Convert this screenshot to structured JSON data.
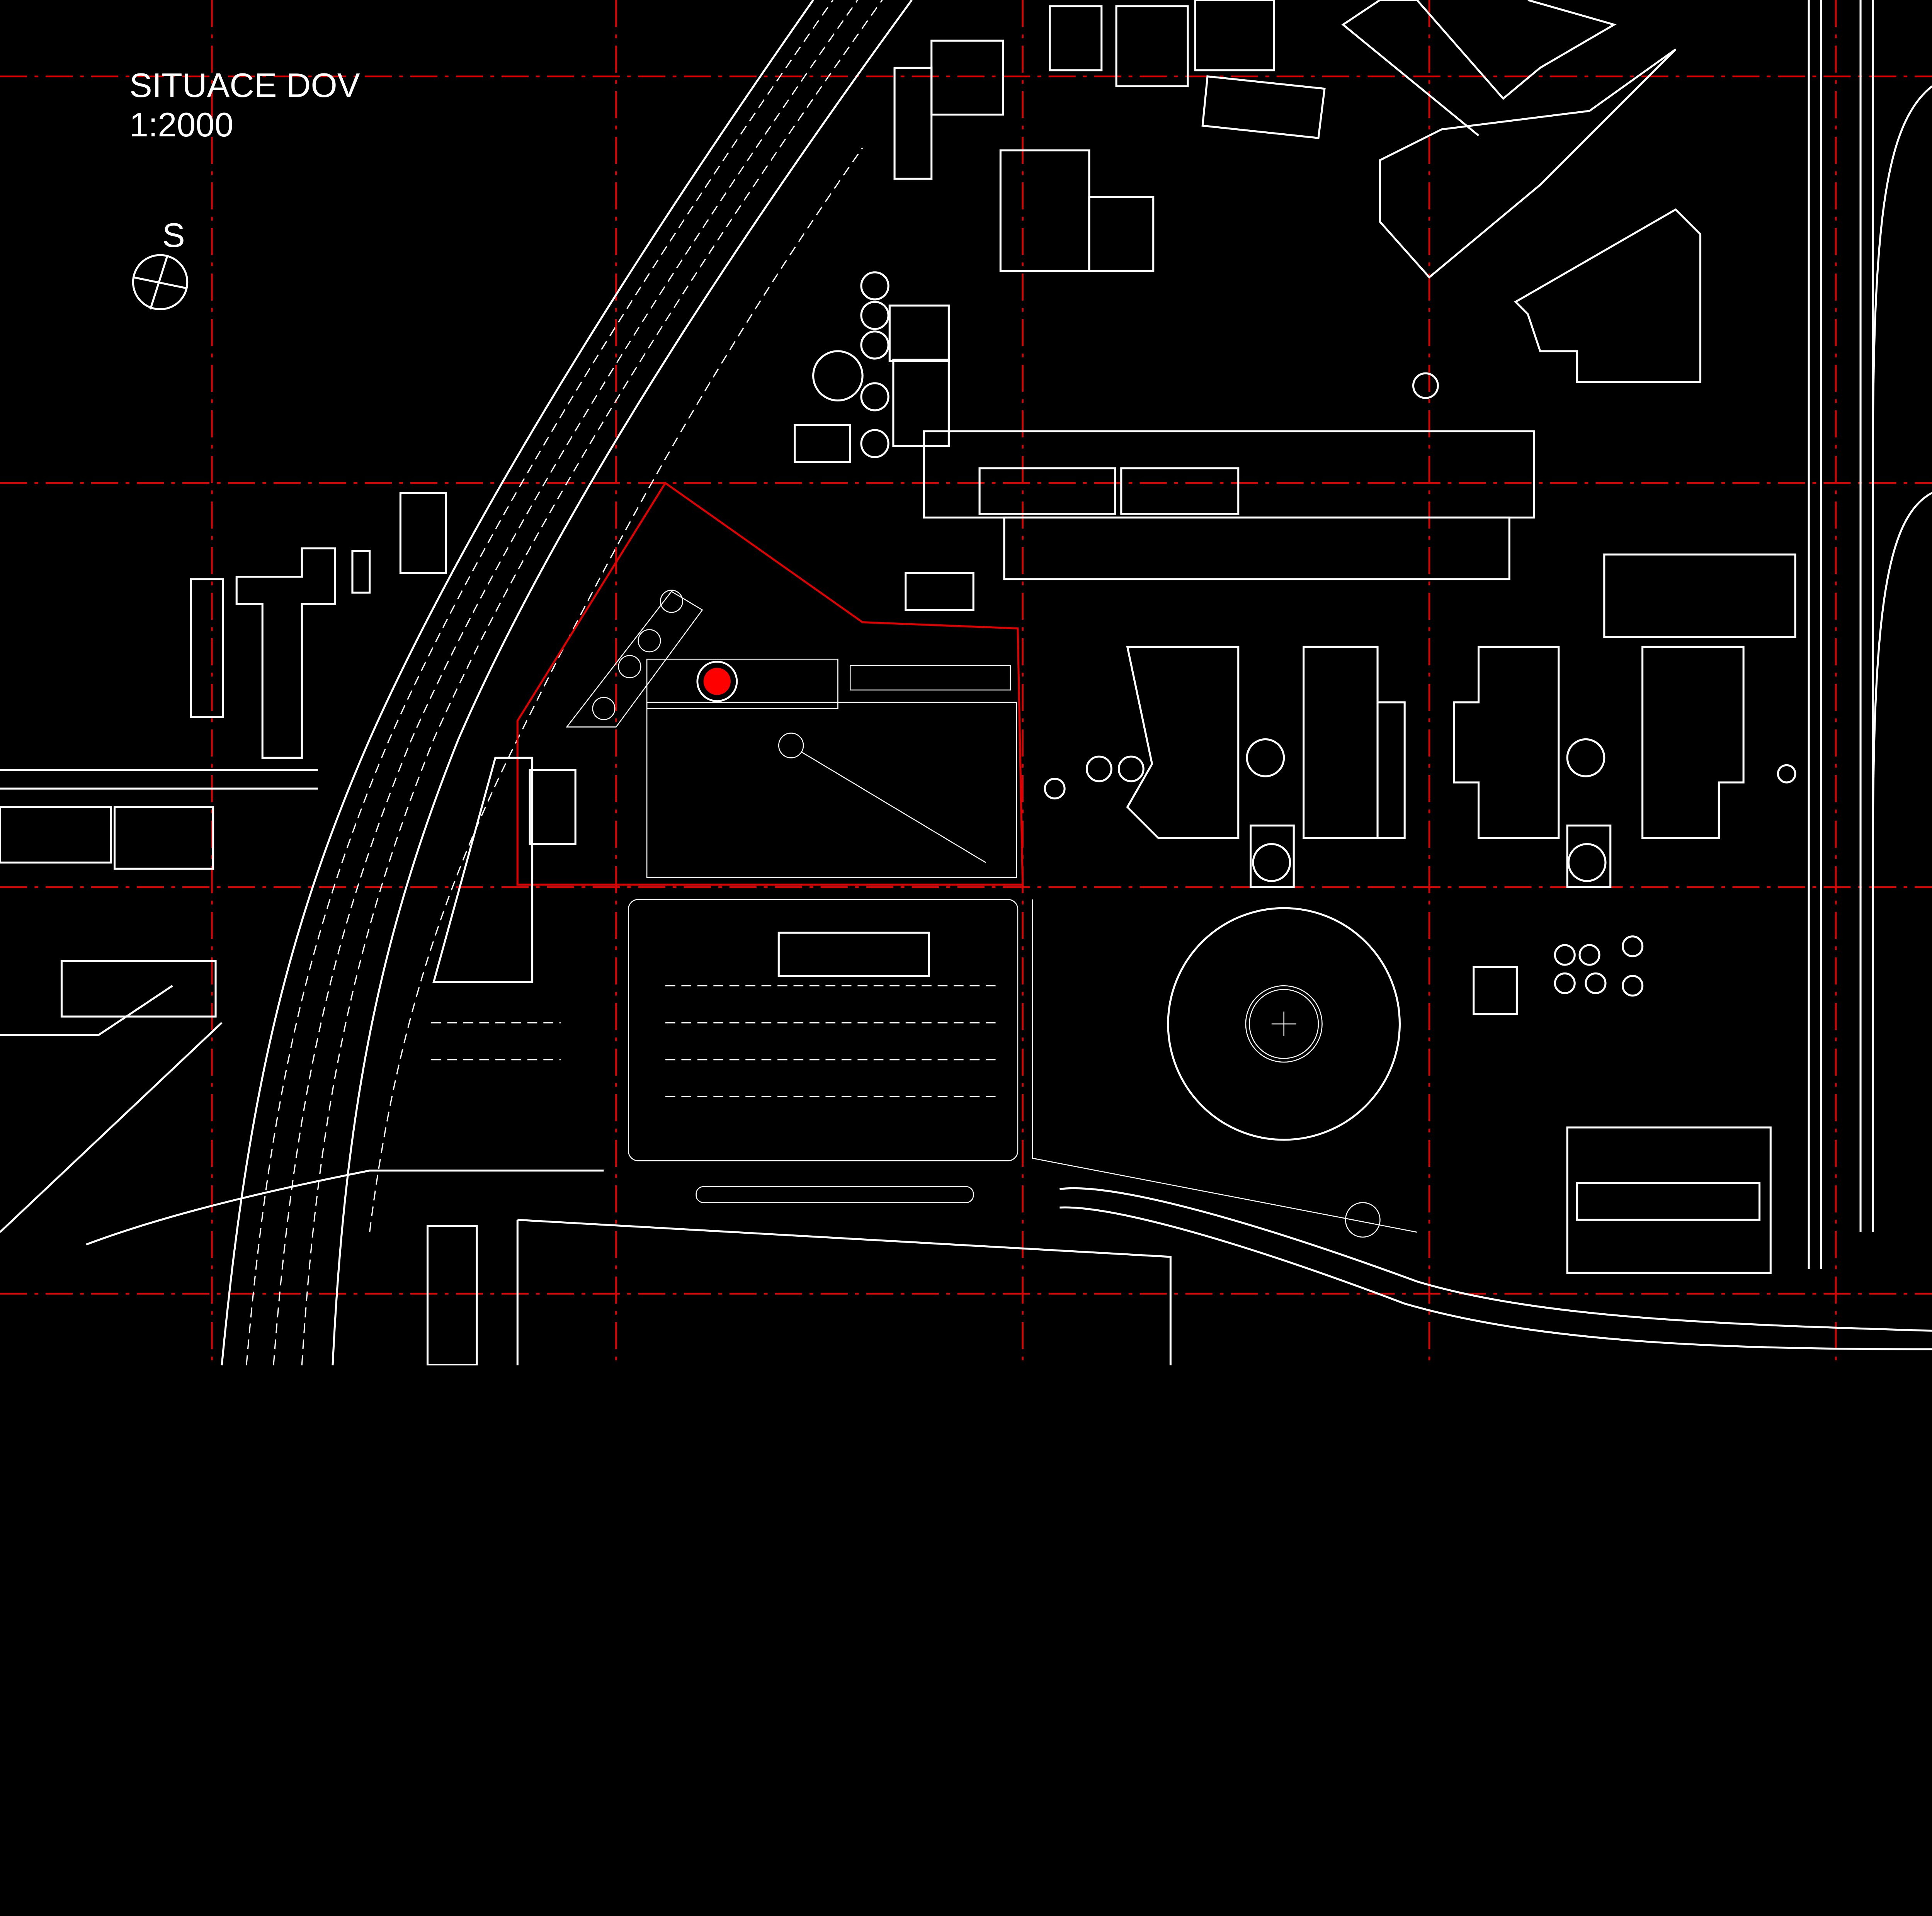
{
  "drawing": {
    "title": "SITUACE DOV",
    "scale": "1:2000",
    "north_arrow_label": "S"
  },
  "colors": {
    "background": "#000000",
    "linework": "#ffffff",
    "grid_axes": "#e00000",
    "site_boundary": "#e00000",
    "marker": "#ff0000"
  }
}
